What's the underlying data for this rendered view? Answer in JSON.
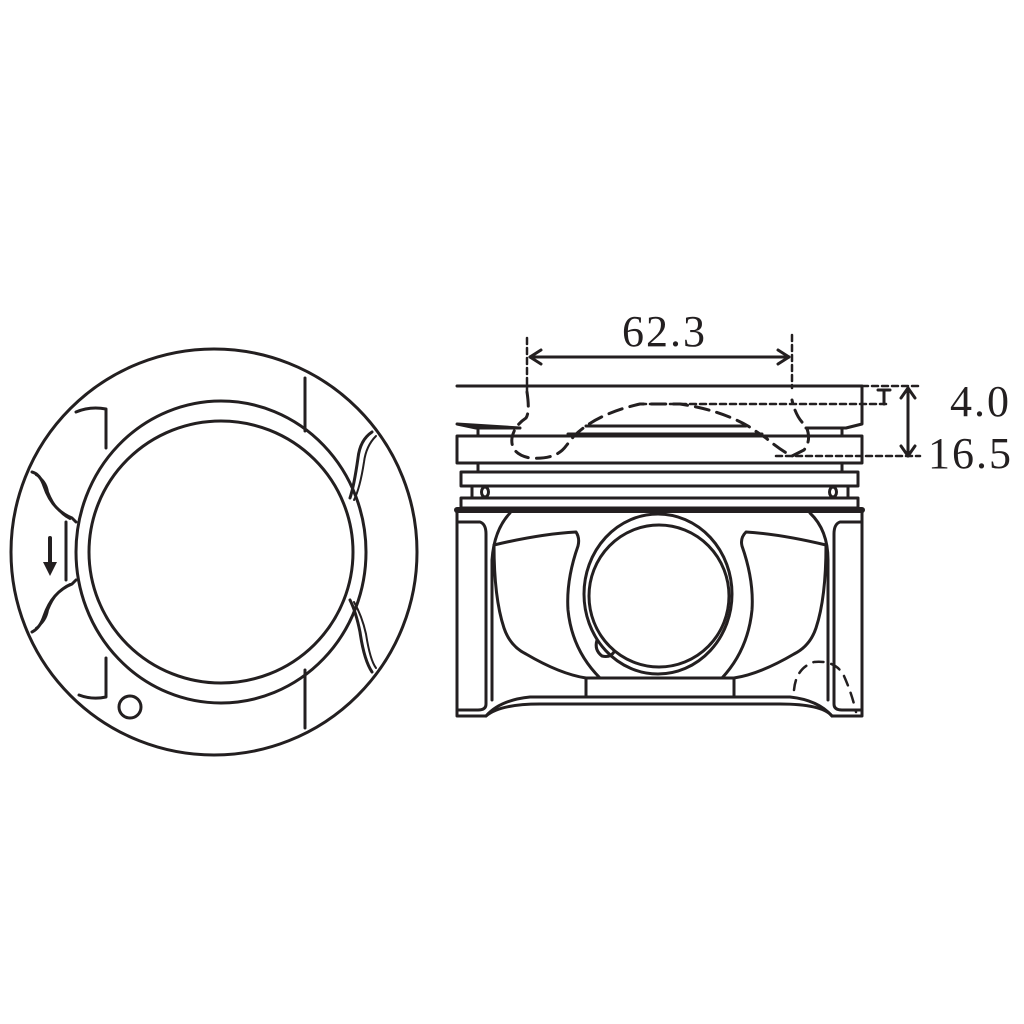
{
  "diagram": {
    "subject": "Piston technical drawing",
    "views": [
      {
        "name": "top-view",
        "description": "Piston crown top view with valve recesses and orientation arrow"
      },
      {
        "name": "side-view",
        "description": "Piston side elevation with ring grooves, pin bore and combustion bowl (dashed)"
      }
    ],
    "dimensions": {
      "bowl_diameter": "62.3",
      "bowl_offset_top": "4.0",
      "bowl_depth": "16.5"
    },
    "colors": {
      "line": "#231f20",
      "background": "#ffffff"
    },
    "icons": {
      "orientation_arrow": "arrow-down"
    }
  }
}
